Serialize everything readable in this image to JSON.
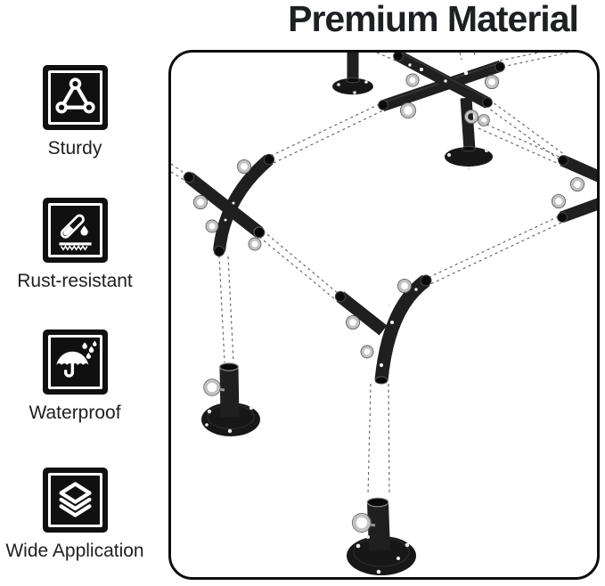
{
  "title": "Premium Material",
  "features": [
    {
      "label": "Sturdy",
      "icon": "triangle-nodes-icon"
    },
    {
      "label": "Rust-resistant",
      "icon": "corrosion-test-tube-icon"
    },
    {
      "label": "Waterproof",
      "icon": "umbrella-rain-icon"
    },
    {
      "label": "Wide Application",
      "icon": "stacked-layers-icon"
    }
  ],
  "colors": {
    "background": "#ffffff",
    "title_text": "#1e2023",
    "label_text": "#1e1e1e",
    "icon_background": "#101010",
    "icon_glyph": "#ffffff",
    "frame_border": "#0d0d0d",
    "metal_tube": "#1f1f1f",
    "eye_bolt_ring": "#c2c2c2",
    "dashed_line": "#5c5c5c"
  }
}
